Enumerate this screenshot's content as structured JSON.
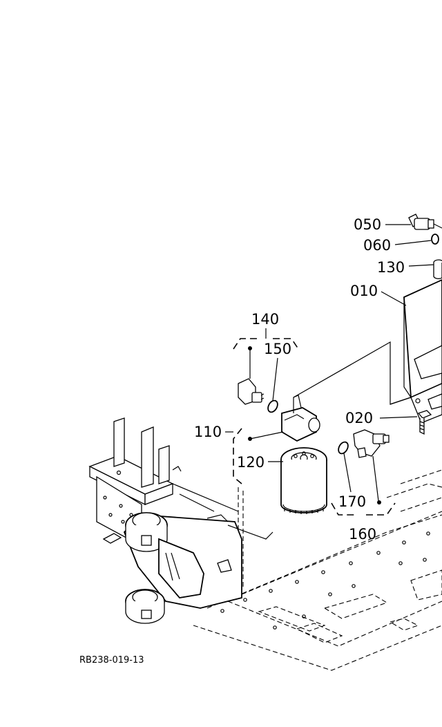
{
  "labels": {
    "p050": "050",
    "p060": "060",
    "p130": "130",
    "p010": "010",
    "p140": "140",
    "p150": "150",
    "p020": "020",
    "p110": "110",
    "p120": "120",
    "p170": "170",
    "p160": "160"
  },
  "reference_code": "RB238-019-13"
}
